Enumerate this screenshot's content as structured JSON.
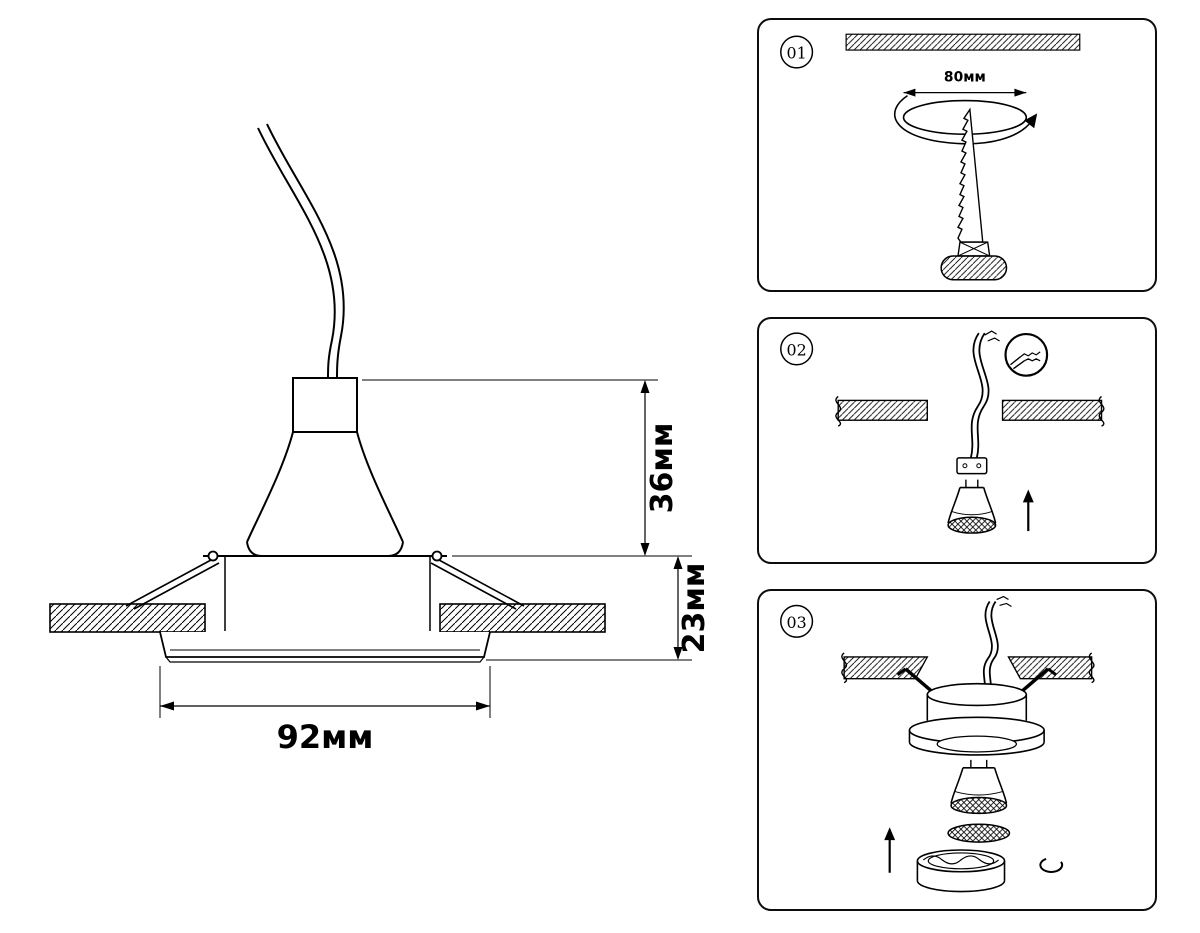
{
  "page": {
    "background": "#ffffff",
    "line_color": "#000000"
  },
  "main_view": {
    "description": "recessed-spotlight-side-view",
    "dimensions": {
      "recess_depth": "36мм",
      "visible_height": "23мм",
      "outer_diameter": "92мм"
    }
  },
  "steps": [
    {
      "number": "01",
      "labels": {
        "cutout_diameter": "80мм"
      }
    },
    {
      "number": "02",
      "labels": {}
    },
    {
      "number": "03",
      "labels": {}
    }
  ]
}
